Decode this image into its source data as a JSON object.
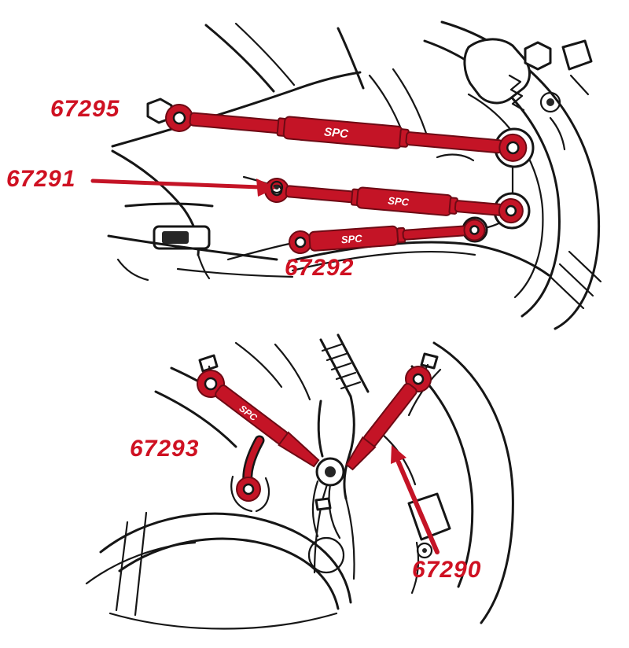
{
  "figure": {
    "background": "#ffffff",
    "accent": "#c41426",
    "label_color": "#cf1122",
    "line_color": "#161616",
    "brand": "SPC"
  },
  "top_view": {
    "name": "rear-toe-and-camber-arms-view",
    "labels": {
      "l67295": "67295",
      "l67291": "67291",
      "l67292": "67292"
    }
  },
  "bottom_view": {
    "name": "rear-upper-control-arms-view",
    "labels": {
      "l67293": "67293",
      "l67290": "67290"
    }
  }
}
